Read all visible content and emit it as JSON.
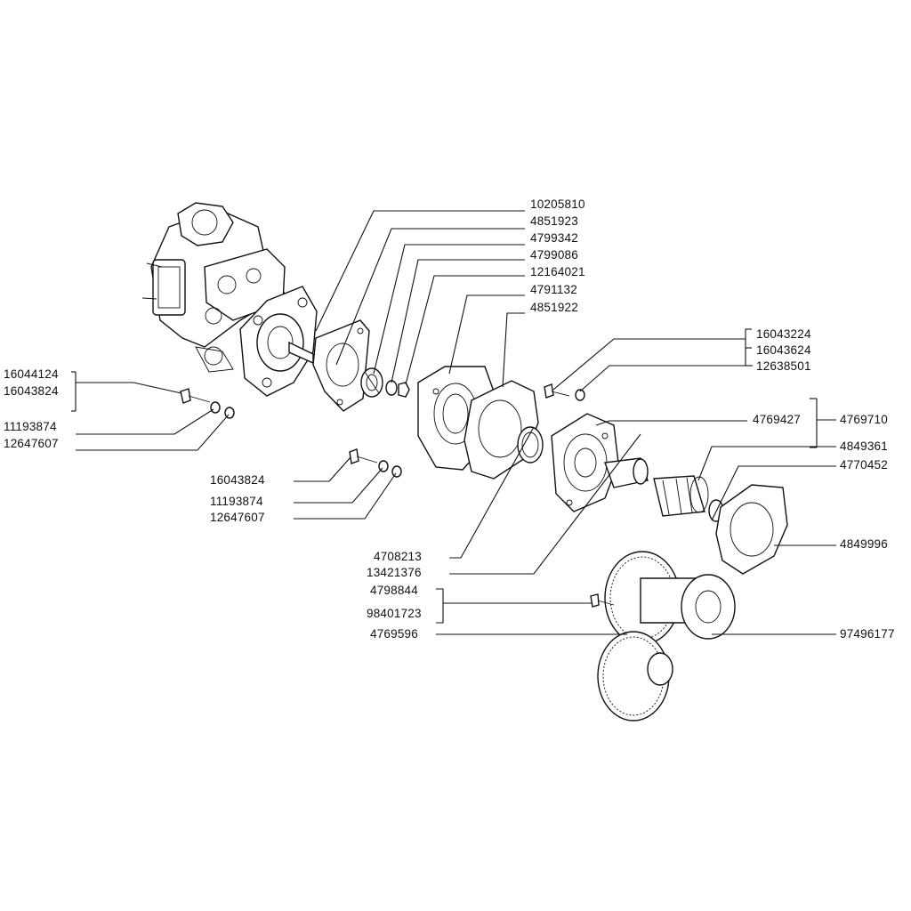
{
  "part_numbers": {
    "p10205810": "10205810",
    "p4851923": "4851923",
    "p4799342": "4799342",
    "p4799086": "4799086",
    "p12164021": "12164021",
    "p4791132": "4791132",
    "p4851922": "4851922",
    "p16043224": "16043224",
    "p16043624": "16043624",
    "p12638501": "12638501",
    "p4769427": "4769427",
    "p4769710": "4769710",
    "p4849361": "4849361",
    "p4770452": "4770452",
    "p4849996": "4849996",
    "p97496177": "97496177",
    "p16044124": "16044124",
    "p16043824_a": "16043824",
    "p11193874_a": "11193874",
    "p12647607_a": "12647607",
    "p16043824_b": "16043824",
    "p11193874_b": "11193874",
    "p12647607_b": "12647607",
    "p4708213": "4708213",
    "p13421376": "13421376",
    "p4798844": "4798844",
    "p98401723": "98401723",
    "p4769596": "4769596"
  },
  "colors": {
    "line": "#111111",
    "background": "#ffffff"
  }
}
